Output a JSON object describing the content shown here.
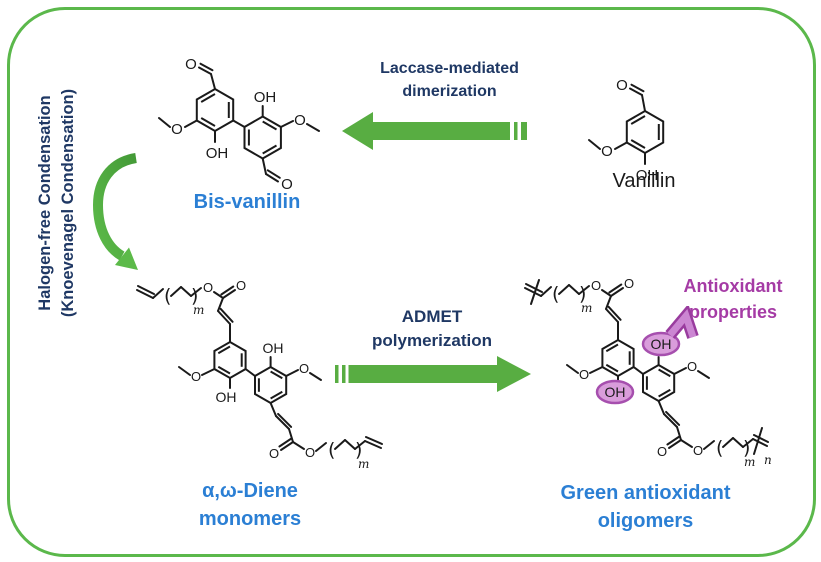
{
  "colors": {
    "frame_green": "#5bb84b",
    "arrow_green": "#58ad42",
    "arc_green_dark": "#449a37",
    "arc_green_light": "#5cba49",
    "navy_text": "#1f3864",
    "blue_label": "#2b7fd4",
    "purple_text": "#a53ba5",
    "purple_highlight_fill": "#d99ddb",
    "purple_highlight_stroke": "#a64fae",
    "structure_black": "#1a1a1a"
  },
  "rotated_label": {
    "line1": "Halogen-free Condensation",
    "line2": "(Knoevenagel Condensation)"
  },
  "reactions": {
    "dimerization": {
      "line1": "Laccase-mediated",
      "line2": "dimerization"
    },
    "admet": {
      "line1": "ADMET",
      "line2": "polymerization"
    }
  },
  "molecules": {
    "vanillin": {
      "label": "Vanillin"
    },
    "bis_vanillin": {
      "label": "Bis-vanillin"
    },
    "diene_monomer": {
      "label_line1": "α,ω-Diene",
      "label_line2": "monomers"
    },
    "oligomer": {
      "label_line1": "Green antioxidant",
      "label_line2": "oligomers"
    }
  },
  "annotation": {
    "line1": "Antioxidant",
    "line2": "properties"
  },
  "atoms": {
    "O": "O",
    "OH": "OH",
    "m": "m",
    "n": "n",
    "open_paren": "(",
    "close_paren": ")"
  }
}
